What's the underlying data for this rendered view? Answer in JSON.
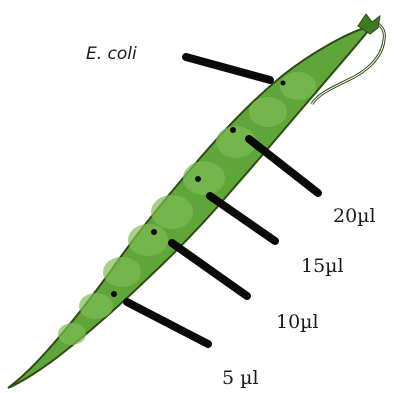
{
  "pathogen_label": "E. coli",
  "volumes": [
    "20µl",
    "15µl",
    "10µl",
    "5 µl"
  ],
  "colors": {
    "pod_fill": "#5fa63a",
    "pod_outline": "#2f4a14",
    "seed_fill": "#7dbd52",
    "pointer": "#0a0a0a"
  }
}
